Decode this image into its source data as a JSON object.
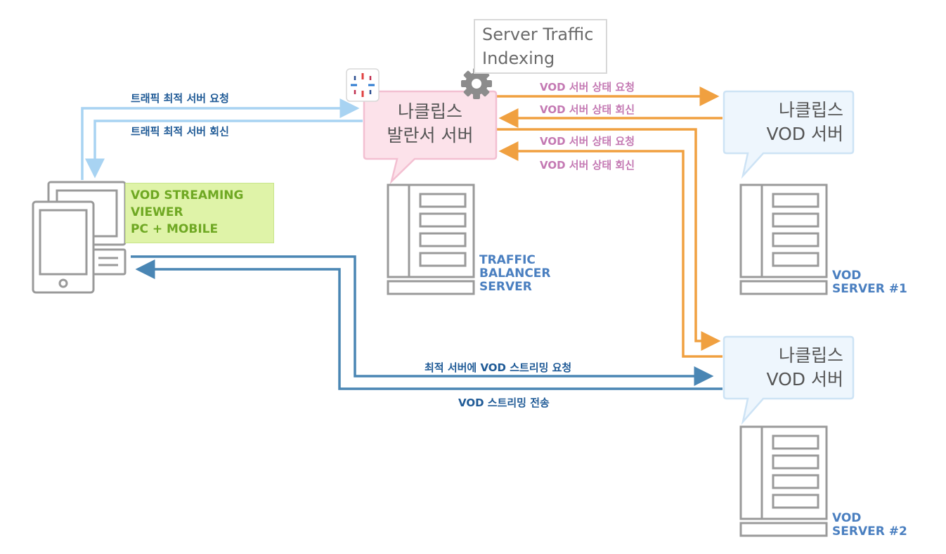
{
  "traffic_indexing": "Server Traffic\nIndexing",
  "balancer_bubble": "나클립스\n발란서 서버",
  "vod1_bubble": "나클립스\nVOD 서버",
  "vod2_bubble": "나클립스\nVOD 서버",
  "viewer_label": "VOD STREAMING\nVIEWER\nPC + MOBILE",
  "balancer_caption": "TRAFFIC\nBALANCER\nSERVER",
  "vod1_caption": "VOD\nSERVER #1",
  "vod2_caption": "VOD\nSERVER #2",
  "edges": {
    "request_optimal": "트래픽 최적 서버 요청",
    "reply_optimal": "트래픽 최적 서버 회신",
    "vod1_status_request": "VOD 서버 상태 요청",
    "vod1_status_reply": "VOD 서버 상태 회신",
    "vod2_status_request": "VOD 서버 상태 요청",
    "vod2_status_reply": "VOD 서버 상태 회신",
    "stream_request": "최적 서버에 VOD 스트리밍 요청",
    "stream_transfer": "VOD 스트리밍 전송"
  },
  "colors": {
    "light_blue": "#a8d3f2",
    "orange": "#f0a040",
    "steel_blue": "#4a86b4",
    "pink_bubble": "#fce2ea",
    "blue_bubble": "#eef6fd"
  }
}
